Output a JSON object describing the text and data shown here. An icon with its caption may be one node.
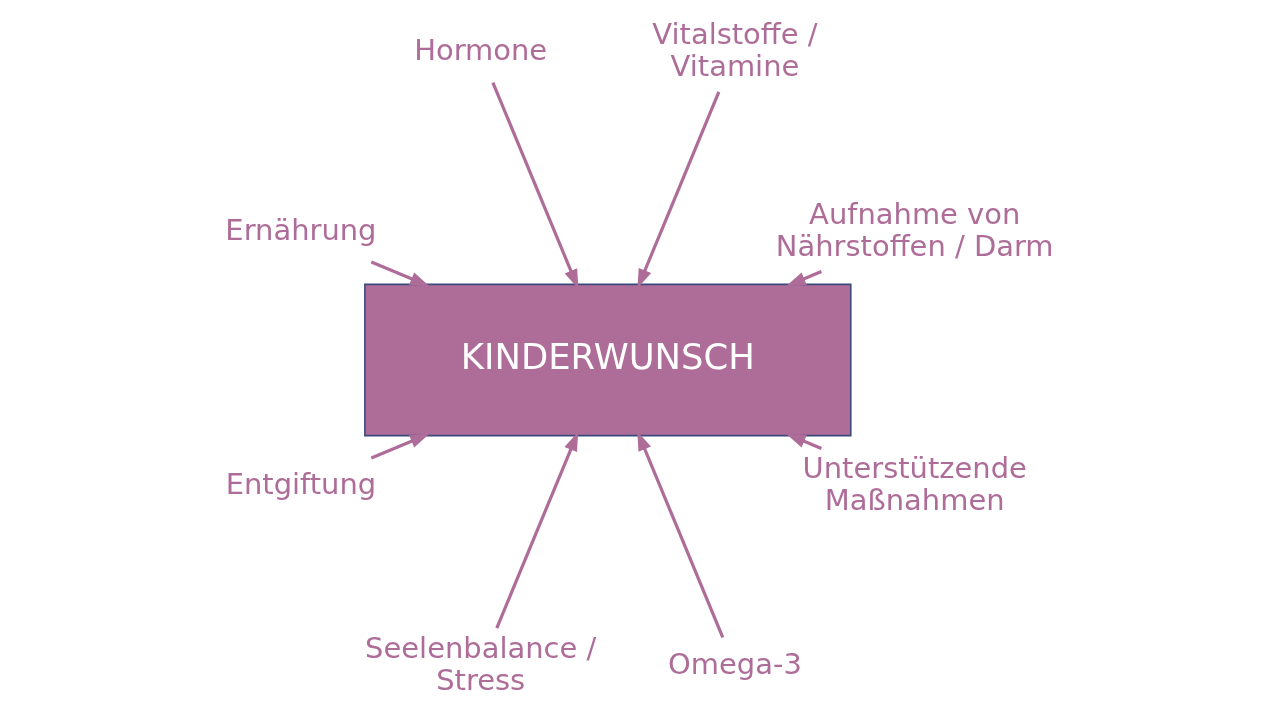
{
  "diagram": {
    "nodes": [
      {
        "text": [
          "KINDERWUNSCH"
        ]
      },
      {
        "text": [
          "Hormone"
        ]
      },
      {
        "text": [
          "Vitalstoffe / Vitamine"
        ]
      },
      {
        "text": [
          "Aufnahme von Nährstoffen / Darm"
        ]
      },
      {
        "text": [
          "Unterstützende Maßnahmen"
        ]
      },
      {
        "text": [
          "Omega-3"
        ]
      },
      {
        "text": [
          "Seelenbalance / Stress"
        ]
      },
      {
        "text": [
          "Entgiftung"
        ]
      },
      {
        "text": [
          "Ernährung"
        ]
      }
    ],
    "edges": [
      {
        "from": 1,
        "to": 0,
        "arrow": "to"
      },
      {
        "from": 2,
        "to": 0,
        "arrow": "to"
      },
      {
        "from": 3,
        "to": 0,
        "arrow": "to"
      },
      {
        "from": 4,
        "to": 0,
        "arrow": "to"
      },
      {
        "from": 5,
        "to": 0,
        "arrow": "to"
      },
      {
        "from": 6,
        "to": 0,
        "arrow": "to"
      },
      {
        "from": 7,
        "to": 0,
        "arrow": "to"
      },
      {
        "from": 8,
        "to": 0,
        "arrow": "to"
      }
    ]
  }
}
